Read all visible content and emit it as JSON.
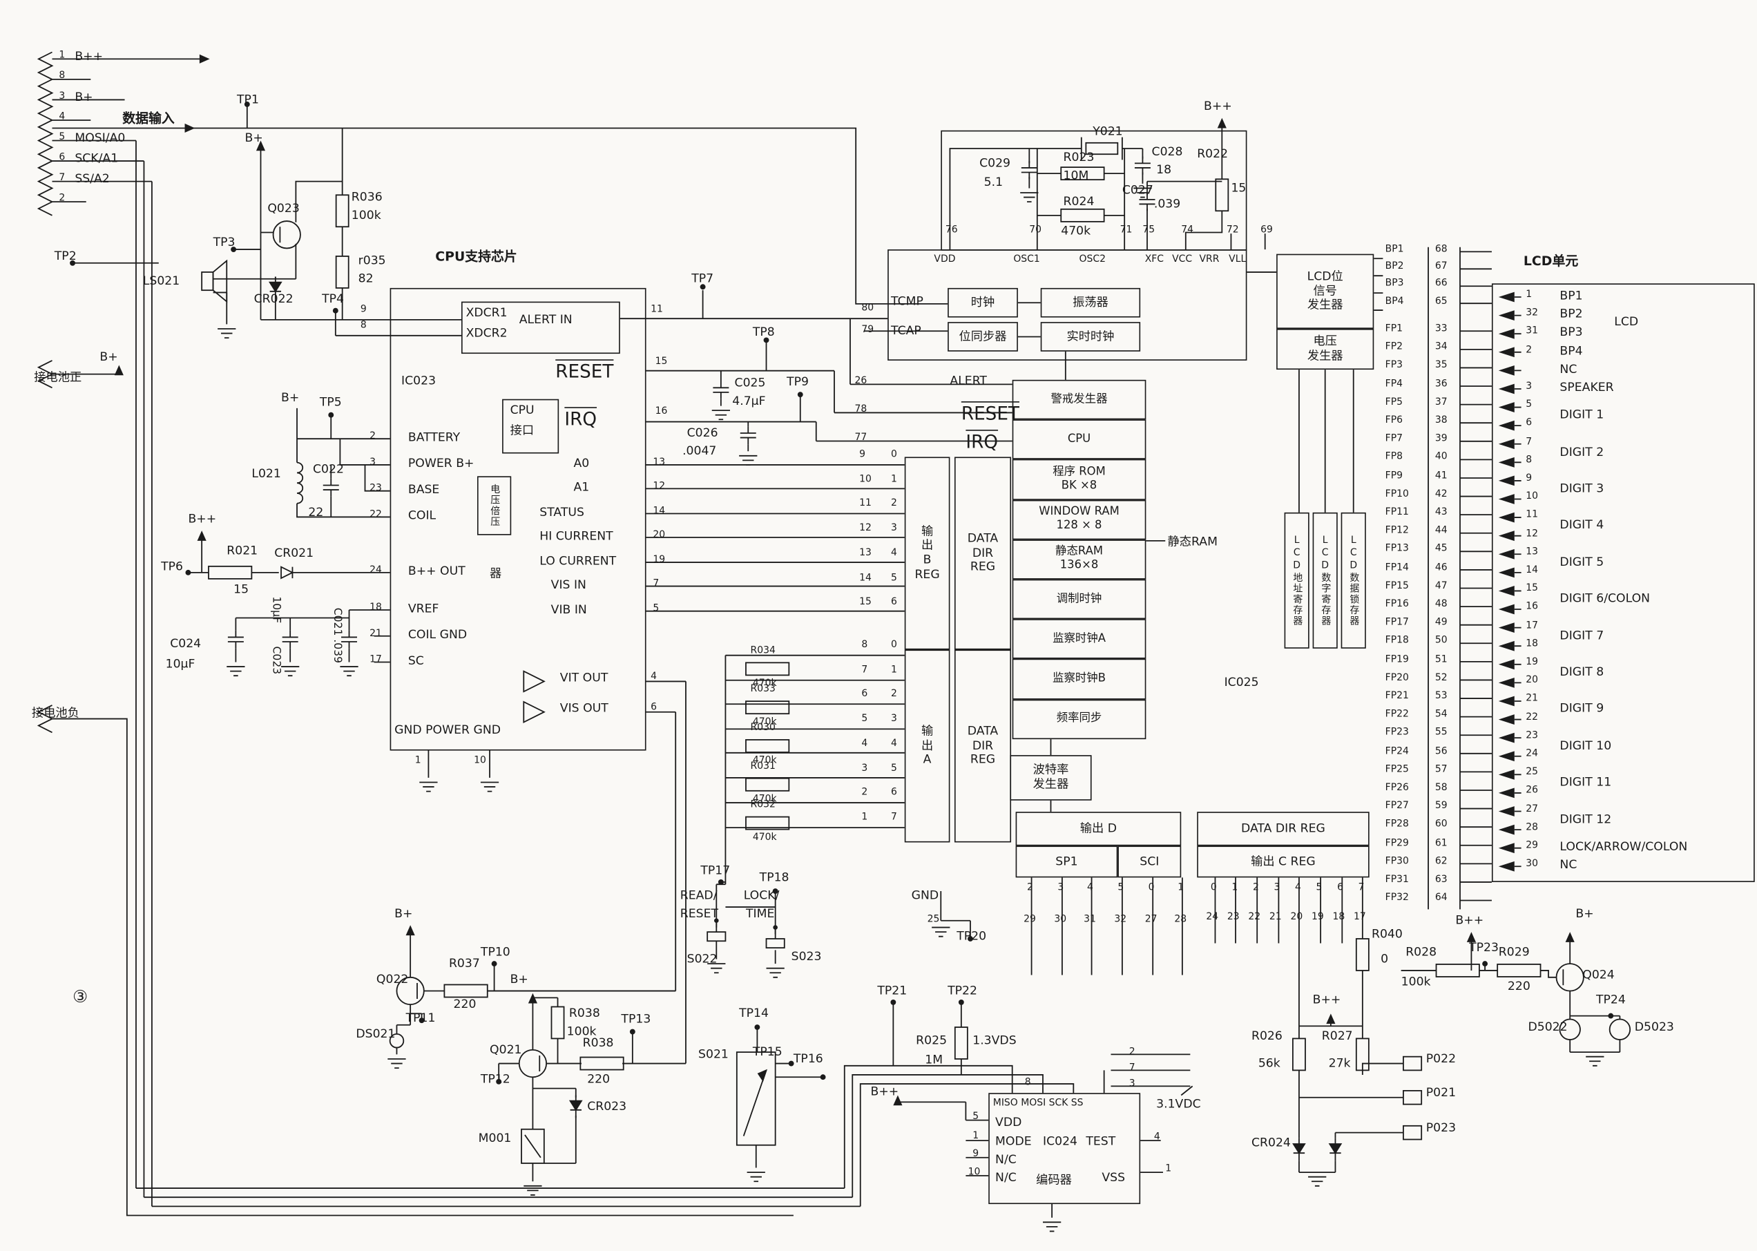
{
  "colors": {
    "ink": "#1b1b1b",
    "bg": "#faf9f6"
  },
  "connector": {
    "pins": [
      {
        "num": "1",
        "label": "B++"
      },
      {
        "num": "8",
        "label": ""
      },
      {
        "num": "3",
        "label": "B+"
      },
      {
        "num": "4",
        "label": ""
      },
      {
        "num": "5",
        "label": "MOSI/A0"
      },
      {
        "num": "6",
        "label": "SCK/A1"
      },
      {
        "num": "7",
        "label": "SS/A2"
      },
      {
        "num": "2",
        "label": ""
      }
    ]
  },
  "labels": {
    "tp1": "TP1",
    "tp2": "TP2",
    "tp3": "TP3",
    "tp4": "TP4",
    "tp5": "TP5",
    "tp6": "TP6",
    "tp7": "TP7",
    "tp8": "TP8",
    "tp9": "TP9",
    "tp10": "TP10",
    "tp11": "TP11",
    "tp12": "TP12",
    "tp13": "TP13",
    "tp14": "TP14",
    "tp15": "TP15",
    "tp16": "TP16",
    "tp17": "TP17",
    "tp18": "TP18",
    "tp20": "TP20",
    "tp21": "TP21",
    "tp22": "TP22",
    "tp23": "TP23",
    "tp24": "TP24",
    "data_input": "数据输入",
    "batt_pos": "接电池正",
    "batt_neg": "接电池负",
    "page_ref": "③",
    "b_plus_q023": "B+",
    "b_plus_batt": "B+",
    "b_plus_tp5": "B+",
    "b_plus_q022": "B+",
    "b_plus_q021": "B+",
    "b_plus_q024": "B+",
    "b_pp_r021": "B++",
    "b_pp_osc": "B++",
    "b_pp_r028": "B++",
    "b_pp_r2627": "B++",
    "b_pp_ic024": "B++",
    "q023": "Q023",
    "r036": "R036",
    "r036_v": "100k",
    "r035": "r035",
    "r035_v": "82",
    "ls021": "LS021",
    "cr022": "CR022",
    "l021": "L021",
    "c022": "C022",
    "c022_v": "22",
    "r021": "R021",
    "r021_v": "15",
    "cr021": "CR021",
    "c024": "C024",
    "c024_v": "10μF",
    "c023": "C023",
    "c023_v": "10μF",
    "c021": "C021 .039",
    "cpu_chip_title": "CPU支持芯片",
    "ic023_name": "IC023",
    "xdcr1": "XDCR1",
    "xdcr2": "XDCR2",
    "alert_in": "ALERT IN",
    "reset023": "RESET",
    "irq023": "IRQ",
    "cpu_if1": "CPU",
    "cpu_if2": "接口",
    "vmult_sfx": "器",
    "vit_out": "VIT OUT",
    "vis_out": "VIS OUT",
    "gnd023": "GND POWER GND",
    "n9": "9",
    "n8": "8",
    "n11": "11",
    "n15": "15",
    "n16": "16",
    "n4": "4",
    "n6": "6",
    "gnd023_p1": "1",
    "gnd023_p10": "10",
    "c025": "C025",
    "c025_v": "4.7μF",
    "c026": "C026",
    "c026_v": ".0047",
    "tcmp_l": "TCMP",
    "tcmp_n": "80",
    "tcap_l": "TCAP",
    "tcap_n": "79",
    "alert_l": "ALERT",
    "alert_n": "26",
    "reset_l": "RESET",
    "reset_n": "78",
    "irq_l": "IRQ",
    "irq_n": "77",
    "c029": "C029",
    "c029_v": "5.1",
    "y021": "Y021",
    "r023": "R023",
    "r023_v": "10M",
    "c028": "C028",
    "c028_v": "18",
    "r024": "R024",
    "r024_v": "470k",
    "c027": "C027",
    "c027_v": ".039",
    "r022": "R022",
    "r022_v": "15",
    "sram_ext": "静态RAM",
    "ic025_name": "IC025",
    "gnd25_l": "GND",
    "gnd25_n": "25",
    "r040": "R040",
    "r040_v": "0",
    "r028": "R028",
    "r028_v": "100k",
    "r029": "R029",
    "r029_v": "220",
    "q024": "Q024",
    "d5022": "D5022",
    "d5023": "D5023",
    "r026": "R026",
    "r026_v": "56k",
    "r027": "R027",
    "r027_v": "27k",
    "cr024": "CR024",
    "p022": "P022",
    "p021": "P021",
    "p023": "P023",
    "v31": "3.1VDC",
    "r025": "R025",
    "r025_v": "1M",
    "vds": "1.3VDS",
    "s021": "S021",
    "s022": "S022",
    "s023": "S023",
    "read1": "READ/",
    "read2": "RESET",
    "lock1": "LOCK/",
    "lock2": "TIME",
    "q022": "Q022",
    "r037": "R037",
    "r037_v": "220",
    "ds021": "DS021",
    "q021": "Q021",
    "r038a": "R038",
    "r038a_v": "100k",
    "r038b": "R038",
    "r038b_v": "220",
    "m001": "M001",
    "cr023": "CR023",
    "ic024_miso": "MISO MOSI SCK SS",
    "ic024_vdd": "VDD",
    "ic024_mode": "MODE",
    "ic024_name": "IC024",
    "ic024_test": "TEST",
    "ic024_nc1": "N/C",
    "ic024_nc2": "N/C",
    "ic024_enc": "编码器",
    "ic024_vss": "VSS",
    "ic024_p8": "8",
    "ic024_p2": "2",
    "ic024_p7": "7",
    "ic024_p3": "3",
    "ic024_p5": "5",
    "ic024_p1": "1",
    "ic024_p9": "9",
    "ic024_p10": "10",
    "ic024_p4": "4",
    "ic024_pvss": "1",
    "lcd_unit_title": "LCD单元",
    "lcd_name": "LCD"
  },
  "ic023": {
    "title": "CPU支持芯片",
    "name": "IC023",
    "vmult": "电压倍压",
    "left_pins": [
      {
        "num": "2",
        "label": "BATTERY"
      },
      {
        "num": "3",
        "label": "POWER B+"
      },
      {
        "num": "23",
        "label": "BASE"
      },
      {
        "num": "22",
        "label": "COIL"
      },
      {
        "num": "24",
        "label": "B++ OUT"
      },
      {
        "num": "18",
        "label": "VREF"
      },
      {
        "num": "21",
        "label": "COIL GND"
      },
      {
        "num": "17",
        "label": "SC"
      }
    ],
    "right_pins": [
      {
        "num": "13",
        "label": "A0"
      },
      {
        "num": "12",
        "label": "A1"
      },
      {
        "num": "14",
        "label": "STATUS"
      },
      {
        "num": "20",
        "label": "HI CURRENT"
      },
      {
        "num": "19",
        "label": "LO CURRENT"
      },
      {
        "num": "7",
        "label": "VIS IN"
      },
      {
        "num": "5",
        "label": "VIB IN"
      }
    ]
  },
  "ic025": {
    "clock_blocks": [
      "时钟",
      "位同步器",
      "振荡器",
      "实时时钟"
    ],
    "top_pin_nums": [
      "76",
      "70",
      "71",
      "75",
      "74",
      "72",
      "69"
    ],
    "top_pin_labels": [
      "VDD",
      "OSC1",
      "OSC2",
      "XFC",
      "VCC",
      "VRR",
      "VLL"
    ],
    "func_blocks": [
      {
        "l1": "警戒发生器",
        "l2": ""
      },
      {
        "l1": "CPU",
        "l2": ""
      },
      {
        "l1": "程序  ROM",
        "l2": "BK ×8"
      },
      {
        "l1": "WINDOW RAM",
        "l2": "128 × 8"
      },
      {
        "l1": "静态RAM",
        "l2": "136×8"
      },
      {
        "l1": "调制时钟",
        "l2": ""
      },
      {
        "l1": "监察时钟A",
        "l2": ""
      },
      {
        "l1": "监察时钟B",
        "l2": ""
      },
      {
        "l1": "频率同步",
        "l2": ""
      }
    ],
    "baud": [
      "波特率",
      "发生器"
    ],
    "breg": {
      "label": [
        "输",
        "出",
        "B",
        "REG"
      ],
      "ddr": [
        "DATA",
        "DIR",
        "REG"
      ],
      "pins": [
        "9",
        "10",
        "11",
        "12",
        "13",
        "14",
        "15"
      ],
      "bits": [
        "0",
        "1",
        "2",
        "3",
        "4",
        "5",
        "6"
      ]
    },
    "areg": {
      "label": [
        "输",
        "出",
        "A"
      ],
      "ddr": [
        "DATA",
        "DIR",
        "REG"
      ],
      "pins": [
        "8",
        "7",
        "6",
        "5",
        "4",
        "3",
        "2",
        "1"
      ],
      "bits": [
        "0",
        "1",
        "2",
        "3",
        "4",
        "5",
        "6",
        "7"
      ]
    },
    "outd": {
      "label": "输出 D",
      "sp1": "SP1",
      "sci": "SCI",
      "bits": [
        "2",
        "3",
        "4",
        "5",
        "0",
        "1"
      ],
      "pins": [
        "29",
        "30",
        "31",
        "32",
        "27",
        "28"
      ]
    },
    "outc": {
      "ddr": "DATA DIR REG",
      "label": "输出 C REG",
      "bits": [
        "0",
        "1",
        "2",
        "3",
        "4",
        "5",
        "6",
        "7"
      ],
      "pins": [
        "24",
        "23",
        "22",
        "21",
        "20",
        "19",
        "18",
        "17"
      ]
    }
  },
  "rstack": [
    {
      "name": "R034",
      "value": "470k"
    },
    {
      "name": "R033",
      "value": "470k"
    },
    {
      "name": "R030",
      "value": "470k"
    },
    {
      "name": "R031",
      "value": "470k"
    },
    {
      "name": "R032",
      "value": "470k"
    }
  ],
  "lcd_driver": {
    "sig_gen": [
      "LCD位",
      "信号",
      "发生器"
    ],
    "volt_gen": [
      "电压",
      "发生器"
    ],
    "registers": [
      "LCD地址寄存器",
      "LCD数字寄存器",
      "LCD数据锁存器"
    ],
    "bp_pins": [
      {
        "label": "BP1",
        "num": "68"
      },
      {
        "label": "BP2",
        "num": "67"
      },
      {
        "label": "BP3",
        "num": "66"
      },
      {
        "label": "BP4",
        "num": "65"
      }
    ],
    "fp_pins": [
      {
        "label": "FP1",
        "num": "33"
      },
      {
        "label": "FP2",
        "num": "34"
      },
      {
        "label": "FP3",
        "num": "35"
      },
      {
        "label": "FP4",
        "num": "36"
      },
      {
        "label": "FP5",
        "num": "37"
      },
      {
        "label": "FP6",
        "num": "38"
      },
      {
        "label": "FP7",
        "num": "39"
      },
      {
        "label": "FP8",
        "num": "40"
      },
      {
        "label": "FP9",
        "num": "41"
      },
      {
        "label": "FP10",
        "num": "42"
      },
      {
        "label": "FP11",
        "num": "43"
      },
      {
        "label": "FP12",
        "num": "44"
      },
      {
        "label": "FP13",
        "num": "45"
      },
      {
        "label": "FP14",
        "num": "46"
      },
      {
        "label": "FP15",
        "num": "47"
      },
      {
        "label": "FP16",
        "num": "48"
      },
      {
        "label": "FP17",
        "num": "49"
      },
      {
        "label": "FP18",
        "num": "50"
      },
      {
        "label": "FP19",
        "num": "51"
      },
      {
        "label": "FP20",
        "num": "52"
      },
      {
        "label": "FP21",
        "num": "53"
      },
      {
        "label": "FP22",
        "num": "54"
      },
      {
        "label": "FP23",
        "num": "55"
      },
      {
        "label": "FP24",
        "num": "56"
      },
      {
        "label": "FP25",
        "num": "57"
      },
      {
        "label": "FP26",
        "num": "58"
      },
      {
        "label": "FP27",
        "num": "59"
      },
      {
        "label": "FP28",
        "num": "60"
      },
      {
        "label": "FP29",
        "num": "61"
      },
      {
        "label": "FP30",
        "num": "62"
      },
      {
        "label": "FP31",
        "num": "63"
      },
      {
        "label": "FP32",
        "num": "64"
      }
    ]
  },
  "lcd_unit": {
    "title": "LCD单元",
    "name": "LCD",
    "rows": [
      {
        "pin": "1",
        "label": "BP1"
      },
      {
        "pin": "32",
        "label": "BP2"
      },
      {
        "pin": "31",
        "label": "BP3"
      },
      {
        "pin": "2",
        "label": "BP4"
      },
      {
        "pin": "",
        "label": "NC"
      },
      {
        "pin": "3",
        "label": "SPEAKER"
      },
      {
        "pin": "5",
        "label": "DIGIT 1",
        "s": true
      },
      {
        "pin": "6",
        "label": ""
      },
      {
        "pin": "7",
        "label": "DIGIT 2",
        "s": true
      },
      {
        "pin": "8",
        "label": ""
      },
      {
        "pin": "9",
        "label": "DIGIT 3",
        "s": true
      },
      {
        "pin": "10",
        "label": ""
      },
      {
        "pin": "11",
        "label": "DIGIT 4",
        "s": true
      },
      {
        "pin": "12",
        "label": ""
      },
      {
        "pin": "13",
        "label": "DIGIT 5",
        "s": true
      },
      {
        "pin": "14",
        "label": ""
      },
      {
        "pin": "15",
        "label": "DIGIT 6/COLON",
        "s": true
      },
      {
        "pin": "16",
        "label": ""
      },
      {
        "pin": "17",
        "label": "DIGIT 7",
        "s": true
      },
      {
        "pin": "18",
        "label": ""
      },
      {
        "pin": "19",
        "label": "DIGIT 8",
        "s": true
      },
      {
        "pin": "20",
        "label": ""
      },
      {
        "pin": "21",
        "label": "DIGIT 9",
        "s": true
      },
      {
        "pin": "22",
        "label": ""
      },
      {
        "pin": "23",
        "label": "DIGIT 10",
        "s": true
      },
      {
        "pin": "24",
        "label": ""
      },
      {
        "pin": "25",
        "label": "DIGIT 11",
        "s": true
      },
      {
        "pin": "26",
        "label": ""
      },
      {
        "pin": "27",
        "label": "DIGIT 12",
        "s": true
      },
      {
        "pin": "28",
        "label": ""
      },
      {
        "pin": "29",
        "label": "LOCK/ARROW/COLON"
      },
      {
        "pin": "30",
        "label": "NC"
      }
    ]
  }
}
